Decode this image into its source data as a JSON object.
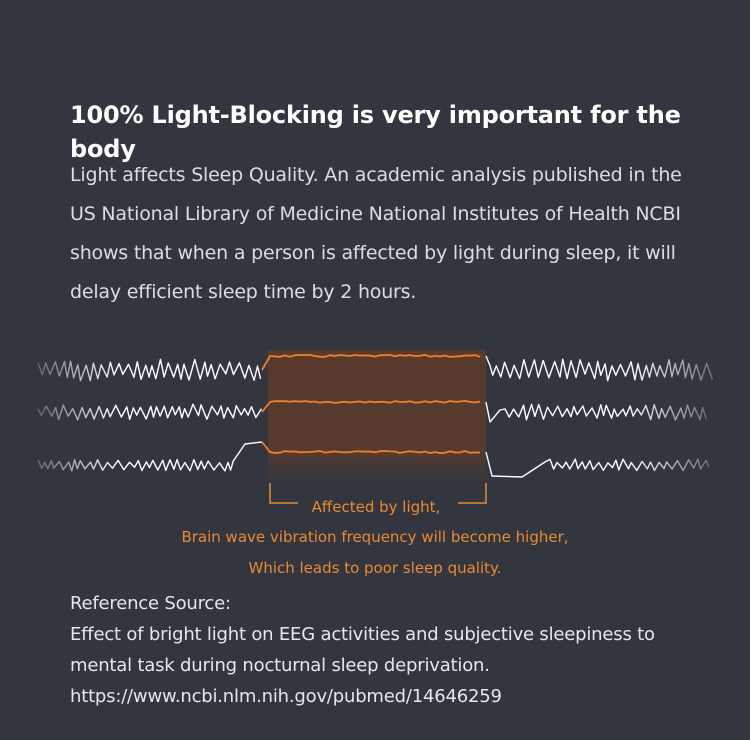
{
  "heading": "100% Light-Blocking is very important for the body",
  "intro": "Light affects Sleep Quality. An academic analysis published in the US National Library of Medicine National Institutes of Health NCBI shows that when a person is affected by light during sleep, it will delay efficient sleep time by 2 hours.",
  "captions": {
    "line1": "Affected by light,",
    "line2": "Brain wave vibration frequency will become higher,",
    "line3": "Which leads to poor sleep quality."
  },
  "reference": {
    "label": "Reference Source:",
    "title_line1": "Effect of bright light on EEG activities and subjective sleepiness to",
    "title_line2": "mental task during nocturnal sleep deprivation.",
    "url": "https://www.ncbi.nlm.nih.gov/pubmed/14646259"
  },
  "colors": {
    "background": "#33363f",
    "wave_white": "#ffffff",
    "wave_orange": "#f07f2a",
    "highlight_band": "#6a4330",
    "caption": "#e88a33"
  }
}
